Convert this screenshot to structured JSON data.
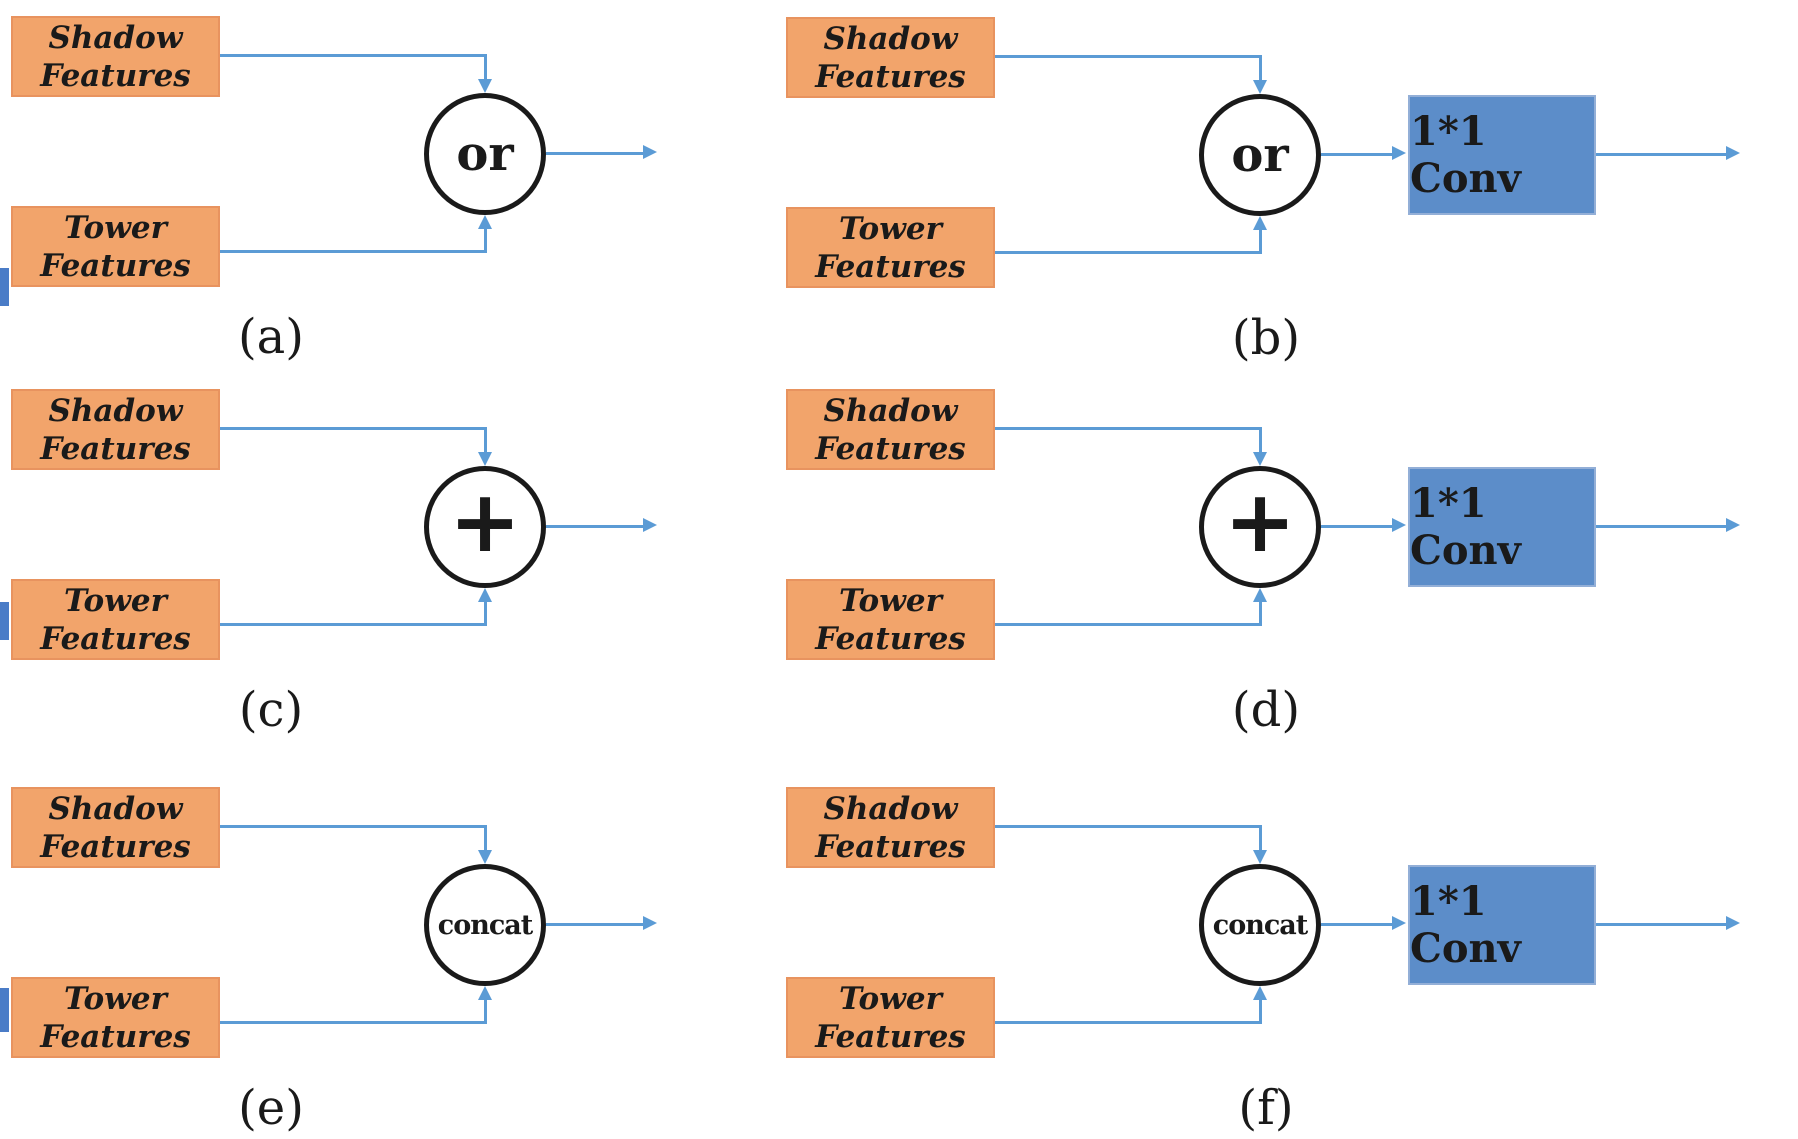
{
  "theme": {
    "background": "#FFFFFF",
    "orange_fill": "#F2A46B",
    "orange_border": "#E8935F",
    "blue_fill": "#5C8DC9",
    "blue_border": "#93AFD7",
    "arrow_color": "#5B9BD5",
    "circle_border": "#1A1A1A",
    "text_color": "#1A1A1A",
    "edge_mark_color": "#4A7CC7"
  },
  "panels": [
    {
      "caption": "(a)",
      "operator": "or",
      "shadow_line1": "Shadow",
      "shadow_line2": "Features",
      "tower_line1": "Tower",
      "tower_line2": "Features"
    },
    {
      "caption": "(b)",
      "operator": "or",
      "conv_label": "1*1 Conv",
      "shadow_line1": "Shadow",
      "shadow_line2": "Features",
      "tower_line1": "Tower",
      "tower_line2": "Features"
    },
    {
      "caption": "(c)",
      "operator": "+",
      "shadow_line1": "Shadow",
      "shadow_line2": "Features",
      "tower_line1": "Tower",
      "tower_line2": "Features"
    },
    {
      "caption": "(d)",
      "operator": "+",
      "conv_label": "1*1 Conv",
      "shadow_line1": "Shadow",
      "shadow_line2": "Features",
      "tower_line1": "Tower",
      "tower_line2": "Features"
    },
    {
      "caption": "(e)",
      "operator": "concat",
      "shadow_line1": "Shadow",
      "shadow_line2": "Features",
      "tower_line1": "Tower",
      "tower_line2": "Features"
    },
    {
      "caption": "(f)",
      "operator": "concat",
      "conv_label": "1*1 Conv",
      "shadow_line1": "Shadow",
      "shadow_line2": "Features",
      "tower_line1": "Tower",
      "tower_line2": "Features"
    }
  ]
}
